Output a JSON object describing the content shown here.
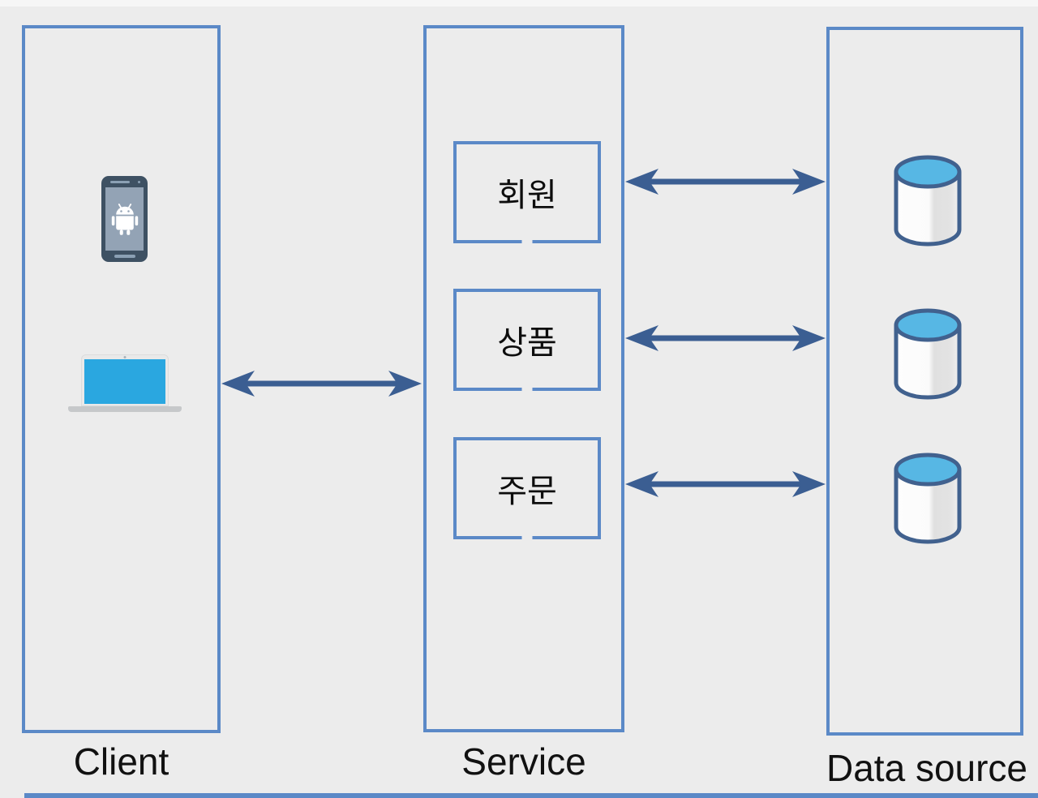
{
  "columns": [
    {
      "id": "client",
      "label": "Client"
    },
    {
      "id": "service",
      "label": "Service"
    },
    {
      "id": "datasource",
      "label": "Data source"
    }
  ],
  "services": [
    {
      "label": "회원"
    },
    {
      "label": "상품"
    },
    {
      "label": "주문"
    }
  ],
  "client_icons": [
    {
      "name": "android-phone-icon"
    },
    {
      "name": "laptop-icon"
    }
  ],
  "datasource_icons": [
    {
      "name": "database-cylinder-icon"
    },
    {
      "name": "database-cylinder-icon"
    },
    {
      "name": "database-cylinder-icon"
    }
  ],
  "arrows": [
    {
      "name": "client-service-arrow",
      "type": "double-headed"
    },
    {
      "name": "service-db-arrow-1",
      "type": "double-headed"
    },
    {
      "name": "service-db-arrow-2",
      "type": "double-headed"
    },
    {
      "name": "service-db-arrow-3",
      "type": "double-headed"
    }
  ],
  "colors": {
    "background": "#ececec",
    "box_border": "#5b89c7",
    "arrow": "#3b5e92",
    "db_top": "#57b7e4",
    "db_outline": "#41618e",
    "laptop_screen": "#2aa7e0",
    "phone_body": "#3e5163",
    "phone_screen": "#93a3b5",
    "text": "#111111"
  }
}
